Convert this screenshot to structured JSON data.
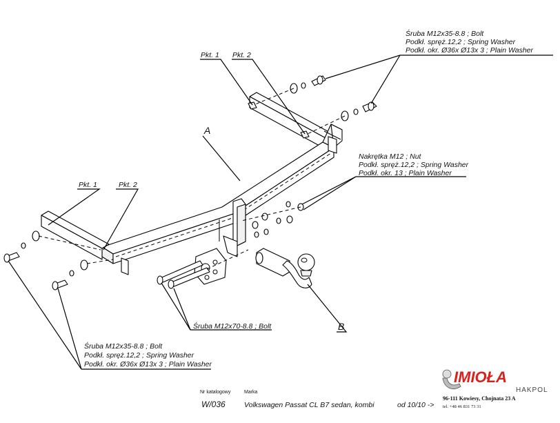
{
  "labels": {
    "pkt1_top": "Pkt. 1",
    "pkt2_top": "Pkt. 2",
    "pkt1_left": "Pkt. 1",
    "pkt2_left": "Pkt. 2",
    "part_a": "A",
    "part_b": "B"
  },
  "callouts": {
    "top_right": [
      "Śruba M12x35-8.8 ;  Bolt",
      "Podkł. spręż.12,2 ; Spring Washer",
      "Podkł. okr.  Ø36x Ø13x 3 ; Plain Washer"
    ],
    "middle_right": [
      "Nakrętka  M12 ; Nut",
      "Podkł. spręż.12,2 ; Spring Washer",
      "Podkł. okr. 13 ; Plain Washer"
    ],
    "bottom_left": [
      "Śruba M12x35-8.8 ;  Bolt",
      "Podkł. spręż.12,2 ; Spring Washer",
      "Podkł. okr.  Ø36x Ø13x 3 ; Plain Washer"
    ],
    "bolt_long": "Śruba M12x70-8.8 ;  Bolt"
  },
  "footer": {
    "catalog_caption": "Nr katalogowy",
    "catalog_value": "W/036",
    "make_caption": "Marka",
    "make_value": "Volkswagen Passat CL B7 sedan, kombi",
    "date_value": "od  10/10 ->"
  },
  "brand": {
    "logo": "IMIOŁA",
    "sub": "HAKPOL",
    "address": "96-111 Kowiesy, Chojnata 23 A",
    "phone": "tel. +48 46 831 73 31",
    "color": "#d9201c"
  }
}
